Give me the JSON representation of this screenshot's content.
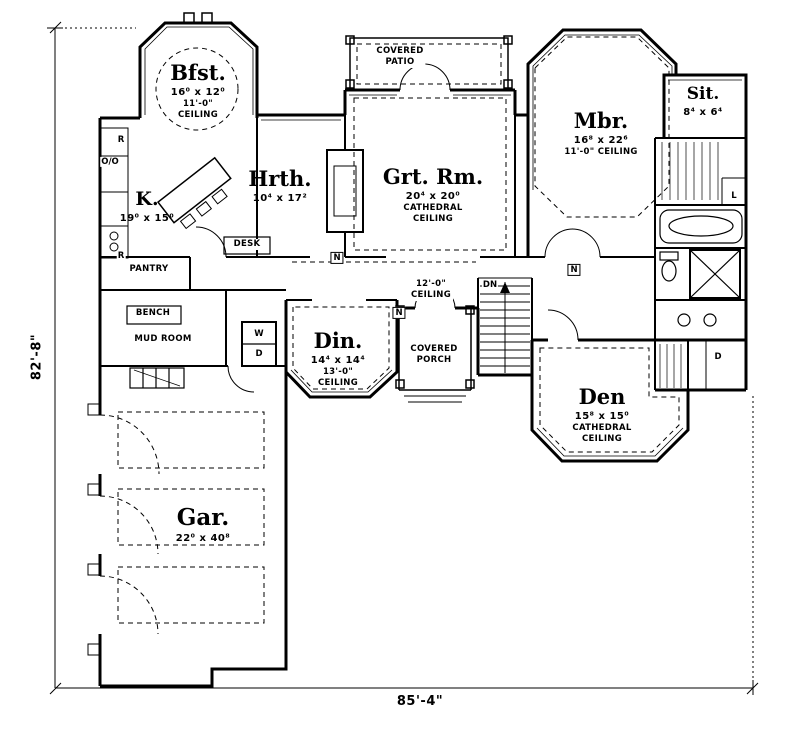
{
  "dimensions": {
    "height": "82'-8\"",
    "width": "85'-4\""
  },
  "rooms": {
    "bfst": {
      "name": "Bfst.",
      "size": "16⁰ x 12⁰",
      "c1": "11'-0\"",
      "c2": "CEILING"
    },
    "kitchen": {
      "name": "K.",
      "size": "19⁰ x 15⁰"
    },
    "hearth": {
      "name": "Hrth.",
      "size": "10⁴ x 17²"
    },
    "great_room": {
      "name": "Grt. Rm.",
      "size": "20⁴ x 20⁰",
      "c1": "CATHEDRAL",
      "c2": "CEILING"
    },
    "master_bedroom": {
      "name": "Mbr.",
      "size": "16⁸ x 22⁶",
      "c1": "11'-0\" CEILING"
    },
    "sitting": {
      "name": "Sit.",
      "size": "8⁴ x 6⁴"
    },
    "dining": {
      "name": "Din.",
      "size": "14⁴ x 14⁴",
      "c1": "13'-0\"",
      "c2": "CEILING"
    },
    "den": {
      "name": "Den",
      "size": "15⁸ x 15⁰",
      "c1": "CATHEDRAL",
      "c2": "CEILING"
    },
    "garage": {
      "name": "Gar.",
      "size": "22⁰ x 40⁸"
    }
  },
  "areas": {
    "covered_patio": {
      "l1": "COVERED",
      "l2": "PATIO"
    },
    "covered_porch": {
      "l1": "COVERED",
      "l2": "PORCH"
    },
    "hall_ceiling": {
      "l1": "12'-0\"",
      "l2": "CEILING"
    },
    "pantry": "PANTRY",
    "bench": "BENCH",
    "mud_room": "MUD ROOM",
    "desk": "DESK",
    "stairs_down": "DN"
  },
  "markers": {
    "fridge": "R",
    "ovens": "O/O",
    "range": "R",
    "n_hall": "N",
    "n_dining": "N",
    "n_master": "N",
    "wd_top": "W",
    "wd_bottom": "D",
    "linen": "L",
    "laundry_d": "D"
  }
}
